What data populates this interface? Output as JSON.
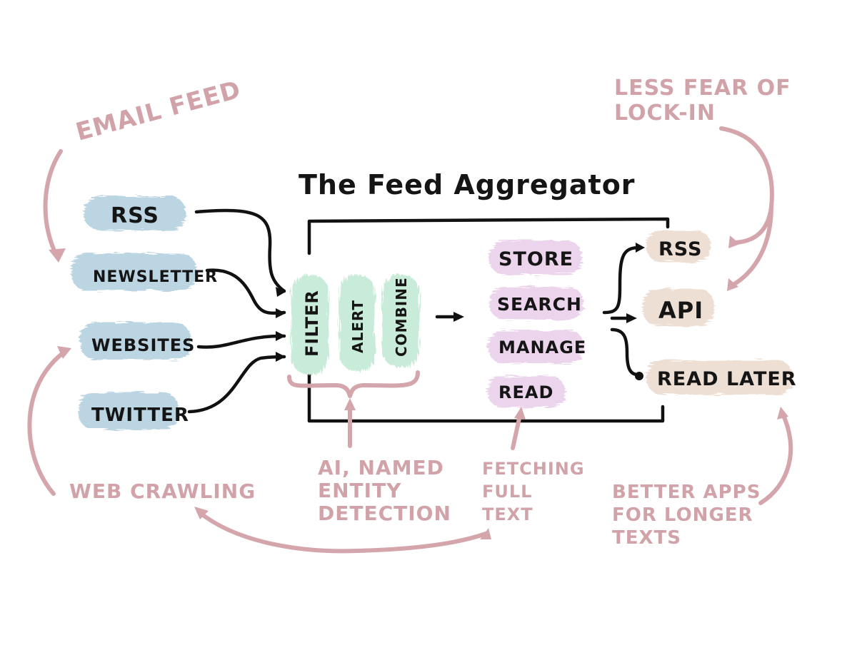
{
  "title": "The Feed Aggregator",
  "colors": {
    "ink": "#151515",
    "annotation_pink": "#d1a3a9",
    "source_blue": "#b9d3e0",
    "process_green": "#c8ecd9",
    "function_purple": "#ead3ea",
    "output_beige": "#ecdcd2"
  },
  "sources": [
    {
      "label": "RSS"
    },
    {
      "label": "Newsletter"
    },
    {
      "label": "Websites"
    },
    {
      "label": "Twitter"
    }
  ],
  "processing": [
    {
      "label": "Filter"
    },
    {
      "label": "Alert"
    },
    {
      "label": "Combine"
    }
  ],
  "functions": [
    {
      "label": "Store"
    },
    {
      "label": "Search"
    },
    {
      "label": "Manage"
    },
    {
      "label": "Read"
    }
  ],
  "outputs": [
    {
      "label": "RSS"
    },
    {
      "label": "API"
    },
    {
      "label": "Read Later"
    }
  ],
  "annotations": {
    "email_feed": "Email Feed",
    "less_fear": [
      "Less fear of",
      "lock-in"
    ],
    "web_crawling": "Web Crawling",
    "ai_ner": [
      "AI, named",
      "entity",
      "detection"
    ],
    "fetching": [
      "Fetching",
      "full",
      "text"
    ],
    "better_apps": [
      "Better apps",
      "for longer",
      "texts"
    ]
  }
}
